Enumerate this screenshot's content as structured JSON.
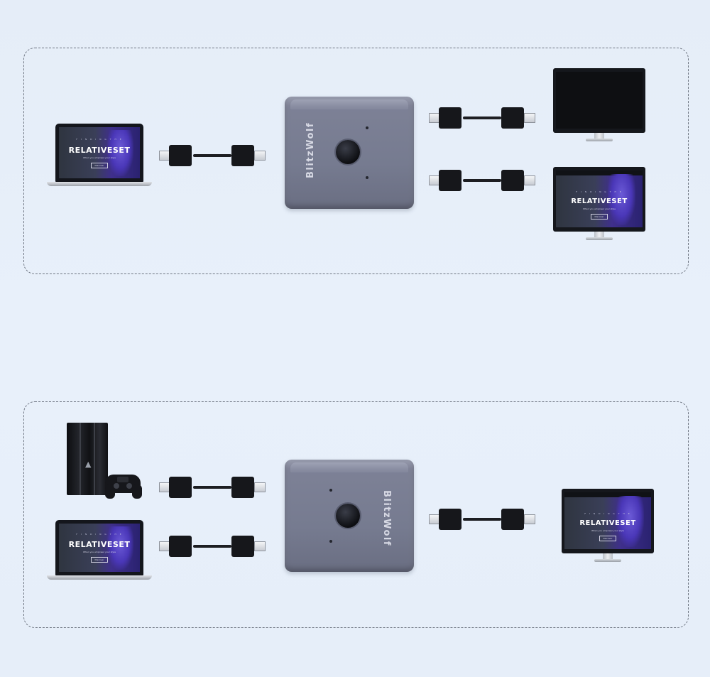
{
  "brand": "BlitzWolf",
  "site": {
    "brand_name": "RELATIVESET",
    "top_label": "F I N D I N G   T H E",
    "tagline": "When you empower your style",
    "cta": "Discover"
  },
  "scenes": [
    {
      "id": "one-input-two-outputs",
      "inputs": [
        "laptop"
      ],
      "outputs": [
        "monitor-blank",
        "monitor-website"
      ]
    },
    {
      "id": "two-inputs-one-output",
      "inputs": [
        "game-console",
        "laptop"
      ],
      "outputs": [
        "monitor-website"
      ]
    }
  ],
  "icons": [
    "laptop-icon",
    "monitor-icon",
    "game-console-icon",
    "controller-icon",
    "hdmi-cable-icon",
    "switch-button-icon"
  ]
}
